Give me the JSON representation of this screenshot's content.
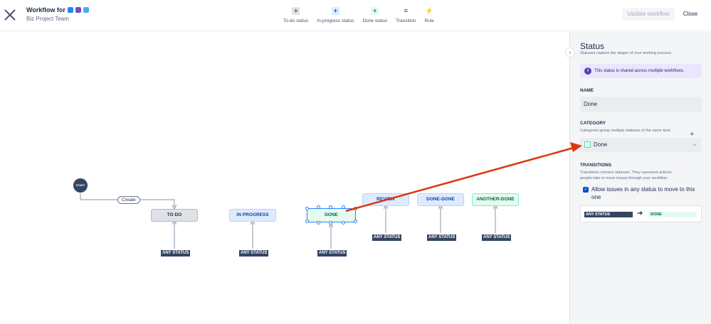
{
  "header": {
    "title": "Workflow for",
    "subtitle": "Biz Project Team",
    "update_label": "Update workflow",
    "close_label": "Close"
  },
  "toolbar": [
    {
      "label": "To-do status",
      "icon": "+",
      "color": "#dfe1e6",
      "icon_color": "#42526e"
    },
    {
      "label": "In-progress status",
      "icon": "+",
      "color": "#deebff",
      "icon_color": "#0052cc"
    },
    {
      "label": "Done status",
      "icon": "+",
      "color": "#e3fcef",
      "icon_color": "#00875a"
    },
    {
      "label": "Transition",
      "icon": "≡",
      "color": "#ffffff",
      "icon_color": "#344563"
    },
    {
      "label": "Rule",
      "icon": "⚡",
      "color": "#ffffff",
      "icon_color": "#344563"
    }
  ],
  "canvas": {
    "start_label": "START",
    "create_label": "Create",
    "statuses": [
      {
        "label": "TO DO",
        "category": "todo"
      },
      {
        "label": "IN PROGRESS",
        "category": "inprog"
      },
      {
        "label": "DONE",
        "category": "done"
      },
      {
        "label": "REVIEW",
        "category": "inprog"
      },
      {
        "label": "DONE-DONE",
        "category": "inprog"
      },
      {
        "label": "ANOTHER-DONE",
        "category": "done"
      }
    ],
    "any_status_label": "ANY STATUS"
  },
  "panel": {
    "title": "Status",
    "description": "Statuses capture the stages of your working process.",
    "info": "This status is shared across multiple workflows.",
    "name_label": "NAME",
    "name_value": "Done",
    "category_label": "CATEGORY",
    "category_hint": "Categories group multiple statuses of the same kind.",
    "category_value": "Done",
    "transitions_label": "TRANSITIONS",
    "transitions_hint_1": "Transitions connect statuses. They represent actions",
    "transitions_hint_2": "people take to move issues through your workflow.",
    "allow_label": "Allow issues in any status to move to this one",
    "from_label": "ANY STATUS",
    "to_label": "DONE"
  },
  "colors": {
    "annotation_arrow": "#de350b",
    "selected_border": "#2684ff"
  }
}
